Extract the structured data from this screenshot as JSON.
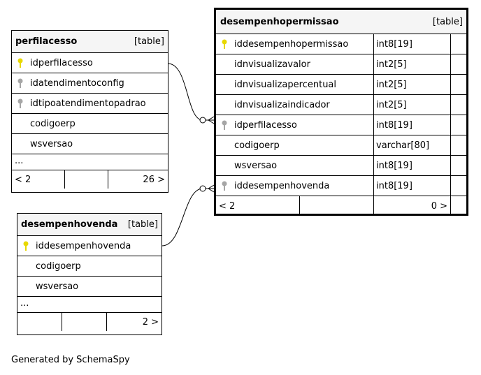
{
  "tables": {
    "perfilacesso": {
      "name": "perfilacesso",
      "type_label": "[table]",
      "columns": [
        {
          "name": "idperfilacesso",
          "key": "primary"
        },
        {
          "name": "idatendimentoconfig",
          "key": "foreign"
        },
        {
          "name": "idtipoatendimentopadrao",
          "key": "foreign"
        },
        {
          "name": "codigoerp",
          "key": "none"
        },
        {
          "name": "wsversao",
          "key": "none"
        }
      ],
      "more": "...",
      "footer": {
        "parents": "< 2",
        "children": "26 >"
      }
    },
    "desempenhovenda": {
      "name": "desempenhovenda",
      "type_label": "[table]",
      "columns": [
        {
          "name": "iddesempenhovenda",
          "key": "primary"
        },
        {
          "name": "codigoerp",
          "key": "none"
        },
        {
          "name": "wsversao",
          "key": "none"
        }
      ],
      "more": "...",
      "footer": {
        "parents": "",
        "children": "2 >"
      }
    },
    "desempenhopermissao": {
      "name": "desempenhopermissao",
      "type_label": "[table]",
      "columns": [
        {
          "name": "iddesempenhopermissao",
          "type": "int8[19]",
          "key": "primary"
        },
        {
          "name": "idnvisualizavalor",
          "type": "int2[5]",
          "key": "none"
        },
        {
          "name": "idnvisualizapercentual",
          "type": "int2[5]",
          "key": "none"
        },
        {
          "name": "idnvisualizaindicador",
          "type": "int2[5]",
          "key": "none"
        },
        {
          "name": "idperfilacesso",
          "type": "int8[19]",
          "key": "foreign"
        },
        {
          "name": "codigoerp",
          "type": "varchar[80]",
          "key": "none"
        },
        {
          "name": "wsversao",
          "type": "int8[19]",
          "key": "none"
        },
        {
          "name": "iddesempenhovenda",
          "type": "int8[19]",
          "key": "foreign"
        }
      ],
      "footer": {
        "parents": "< 2",
        "children": "0 >"
      }
    }
  },
  "caption": "Generated by SchemaSpy",
  "colors": {
    "primary_key": "#e8d800",
    "foreign_key": "#a6a6a6",
    "header_bg": "#f5f5f5"
  }
}
